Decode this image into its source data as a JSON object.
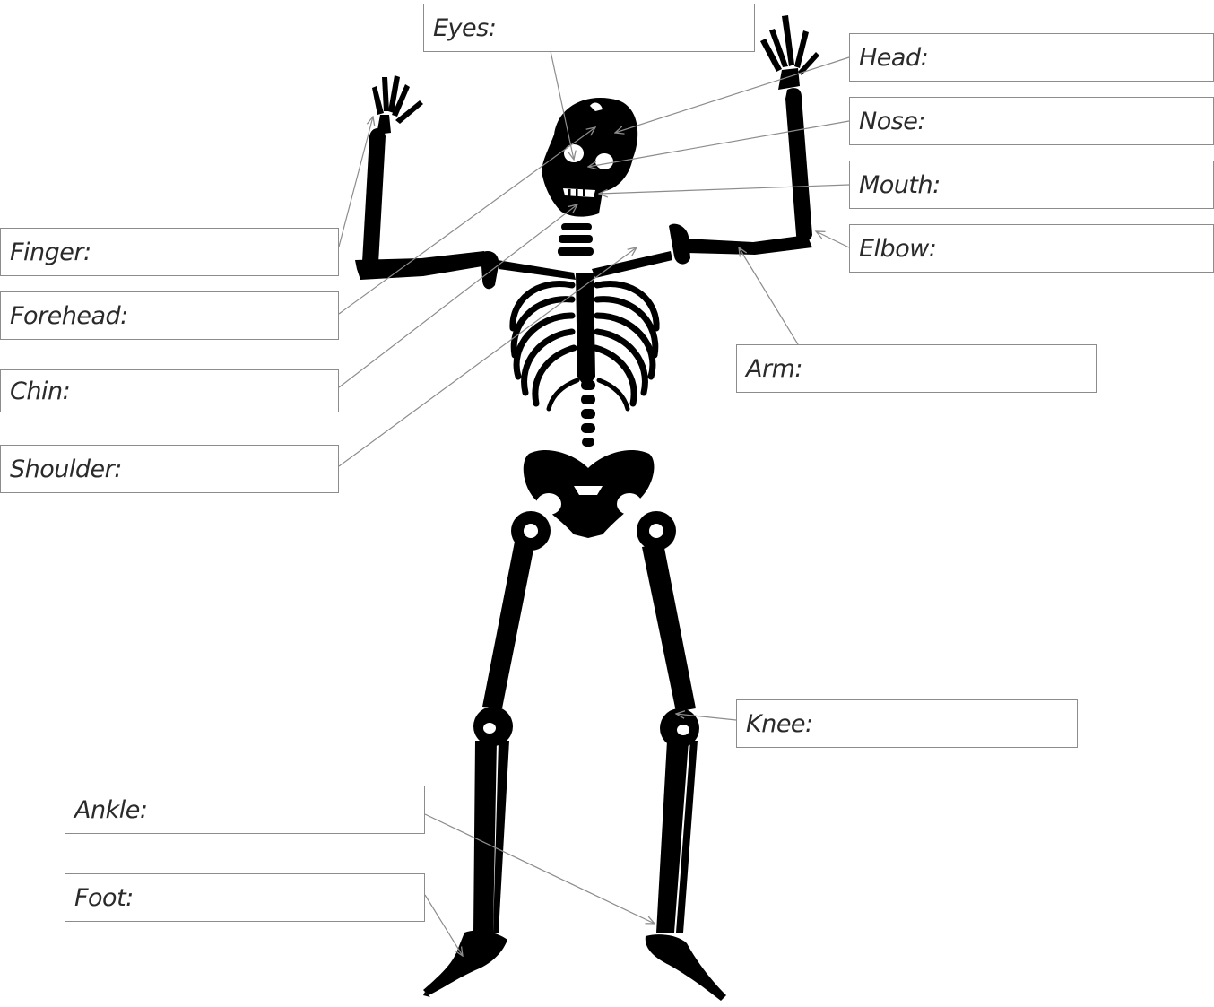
{
  "labels": {
    "eyes": "Eyes:",
    "head": "Head:",
    "nose": "Nose:",
    "mouth": "Mouth:",
    "elbow": "Elbow:",
    "finger": "Finger:",
    "forehead": "Forehead:",
    "chin": "Chin:",
    "shoulder": "Shoulder:",
    "arm": "Arm:",
    "knee": "Knee:",
    "ankle": "Ankle:",
    "foot": "Foot:"
  },
  "colors": {
    "bone": "#000000",
    "leader": "#8c8c8c",
    "box_border": "#8c8c8c",
    "text": "#2a2a2a"
  }
}
